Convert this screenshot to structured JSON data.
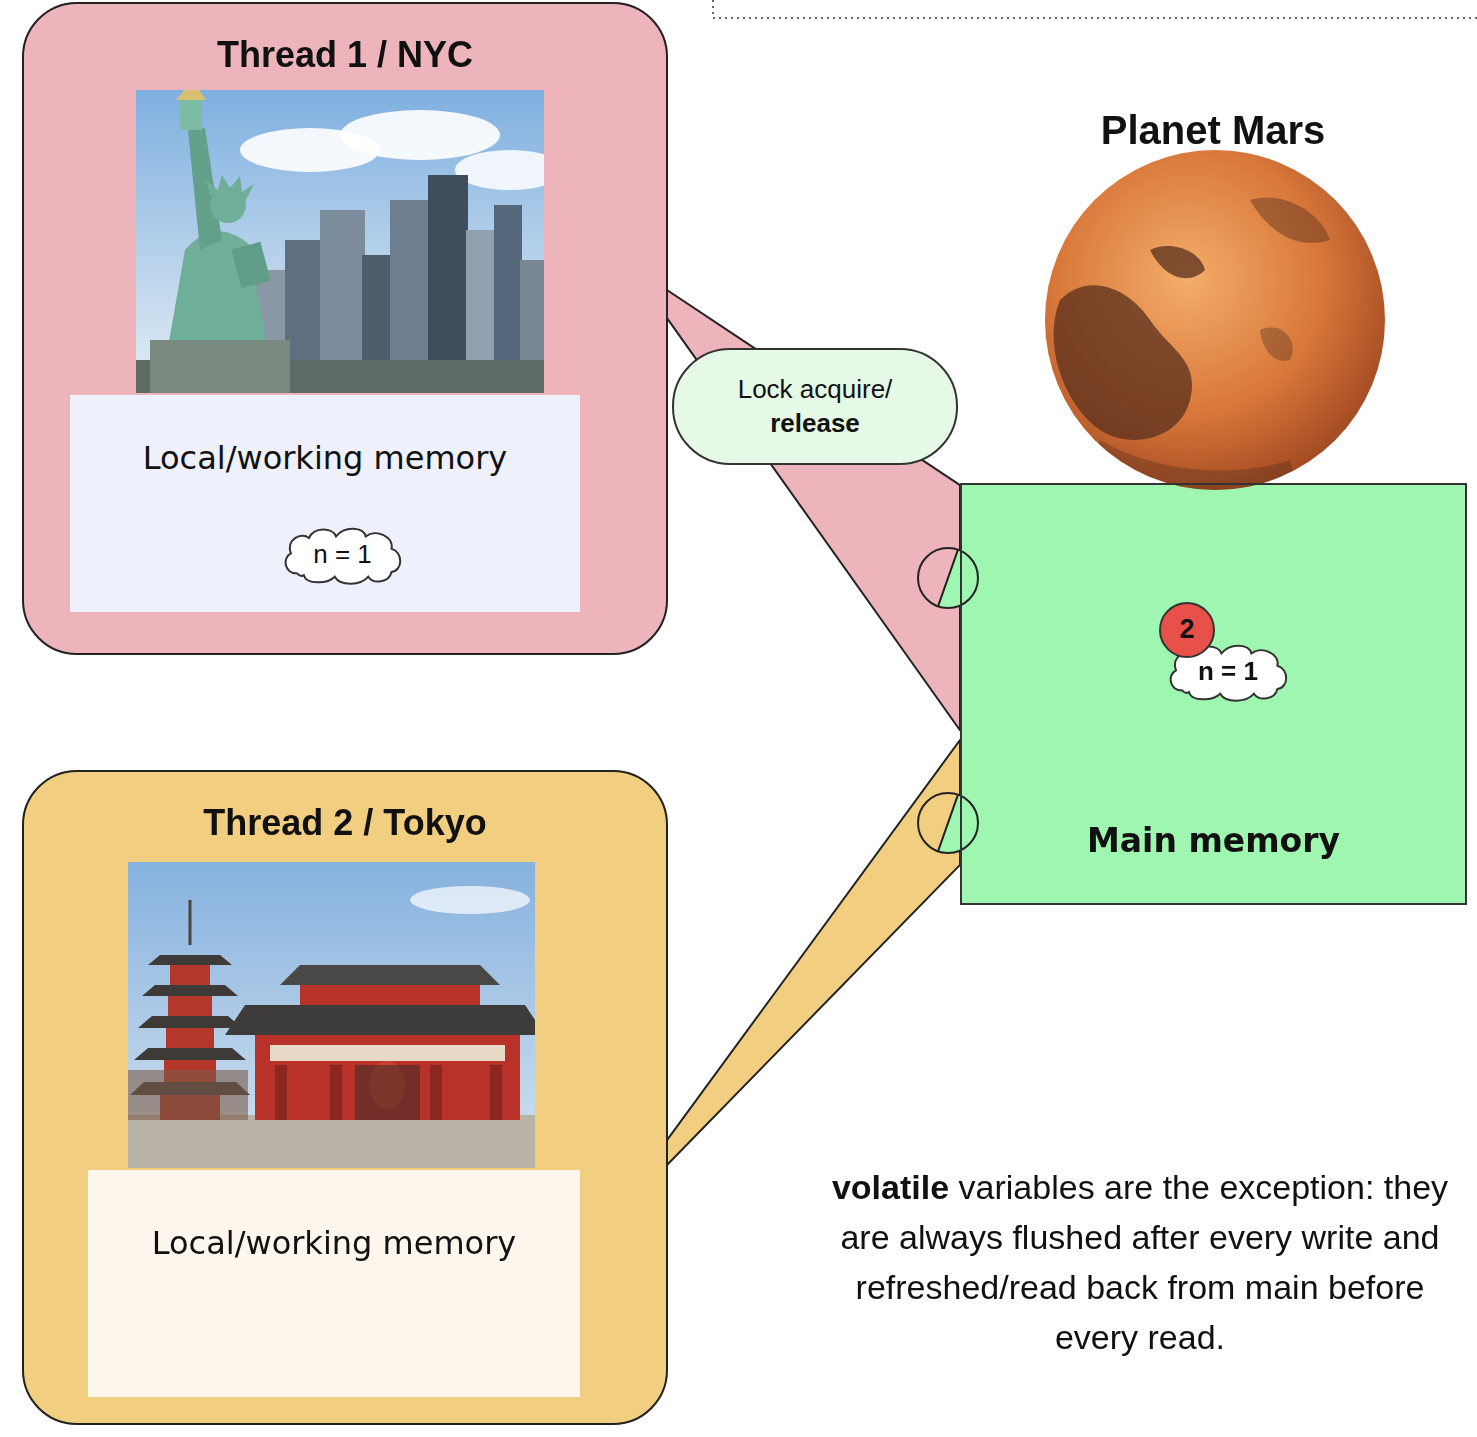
{
  "diagram": {
    "nodes": [
      {
        "text": [
          "Thread 1 / NYC"
        ]
      },
      {
        "text": [
          "Local/working memory"
        ],
        "in": 0
      },
      {
        "text": [
          "n = 1"
        ],
        "in": 1
      },
      {
        "text": [
          "Lock acquire/",
          "release"
        ]
      },
      {
        "text": [
          "Main memory"
        ]
      },
      {
        "text": [
          "2"
        ],
        "in": 4
      },
      {
        "text": [
          "n = 1"
        ],
        "in": 4
      },
      {
        "text": [
          "Thread 2 / Tokyo"
        ]
      },
      {
        "text": [
          "Local/working memory"
        ],
        "in": 7
      }
    ],
    "edges": [
      {
        "from": 0,
        "to": 4,
        "arrow": "none"
      },
      {
        "from": 7,
        "to": 4,
        "arrow": "none"
      }
    ],
    "labels": [
      "Planet Mars",
      "volatile",
      "variables are the exception: they are always flushed after every write and refreshed/read back from main before every read."
    ]
  }
}
